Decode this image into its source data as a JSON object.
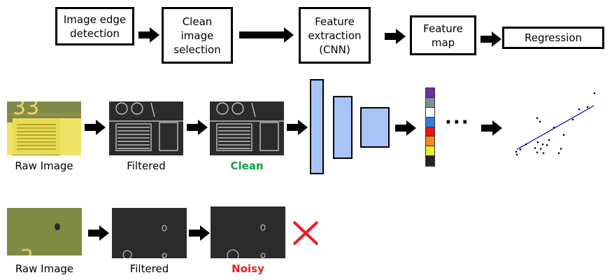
{
  "pipeline": {
    "steps": [
      "Image edge\ndetection",
      "Clean\nimage\nselection",
      "Feature\nextraction\n(CNN)",
      "Feature\nmap",
      "Regression"
    ]
  },
  "clean_row": {
    "labels": {
      "raw": "Raw Image",
      "filtered": "Filtered",
      "result": "Clean"
    },
    "ellipsis": "···"
  },
  "noisy_row": {
    "labels": {
      "raw": "Raw Image",
      "filtered": "Filtered",
      "result": "Noisy"
    }
  },
  "feature_map_colors": [
    "#6a2fa8",
    "#7f8f96",
    "#ffffff",
    "#2f7fe0",
    "#ee1010",
    "#f28a25",
    "#e6ee30",
    "#252525"
  ],
  "colors": {
    "clean": "#10a040",
    "noisy": "#ee1c1c",
    "cnn": "#a8c4f4",
    "regression_line": "#1010c8"
  },
  "chart_data": {
    "type": "scatter",
    "points": [
      [
        0.5,
        0.2
      ],
      [
        0.4,
        0.6
      ],
      [
        1.0,
        0.9
      ],
      [
        1.8,
        1.6
      ],
      [
        3.1,
        1.1
      ],
      [
        3.5,
        1.9
      ],
      [
        3.4,
        0.5
      ],
      [
        3.9,
        1.0
      ],
      [
        4.3,
        0.4
      ],
      [
        4.2,
        1.6
      ],
      [
        4.8,
        1.5
      ],
      [
        5.1,
        2.2
      ],
      [
        6.5,
        0.4
      ],
      [
        6.8,
        1.0
      ],
      [
        7.2,
        2.9
      ],
      [
        5.8,
        3.9
      ],
      [
        3.4,
        5.2
      ],
      [
        8.5,
        5.0
      ],
      [
        9.4,
        6.4
      ],
      [
        10.6,
        6.7
      ],
      [
        11.6,
        8.6
      ],
      [
        3.8,
        4.7
      ]
    ],
    "fit_line": {
      "x": [
        0.5,
        11.5
      ],
      "y": [
        0.9,
        6.9
      ]
    },
    "xlim": [
      0,
      12
    ],
    "ylim": [
      0,
      9
    ]
  }
}
